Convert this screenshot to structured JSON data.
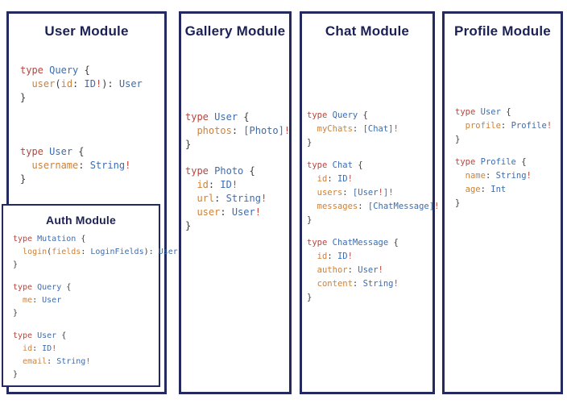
{
  "colors": {
    "border": "#242a60",
    "title": "#1c2155",
    "keyword": "#b5453e",
    "type_name": "#3e6cae",
    "field_name": "#cf8136",
    "punctuation": "#3c3c3c",
    "bang": "#bf4336",
    "background": "#ffffff"
  },
  "panels": [
    {
      "title": "User Module",
      "code_blocks": [
        [
          [
            [
              "k",
              "type"
            ],
            [
              "p",
              " "
            ],
            [
              "t",
              "Query"
            ],
            [
              "p",
              " {"
            ]
          ],
          [
            [
              "p",
              "  "
            ],
            [
              "f",
              "user"
            ],
            [
              "p",
              "("
            ],
            [
              "f",
              "id"
            ],
            [
              "p",
              ": "
            ],
            [
              "t",
              "ID"
            ],
            [
              "b",
              "!"
            ],
            [
              "p",
              "): "
            ],
            [
              "t",
              "User"
            ]
          ],
          [
            [
              "p",
              "}"
            ]
          ]
        ],
        [
          [
            [
              "k",
              "type"
            ],
            [
              "p",
              " "
            ],
            [
              "t",
              "User"
            ],
            [
              "p",
              " {"
            ]
          ],
          [
            [
              "p",
              "  "
            ],
            [
              "f",
              "username"
            ],
            [
              "p",
              ": "
            ],
            [
              "t",
              "String"
            ],
            [
              "b",
              "!"
            ]
          ],
          [
            [
              "p",
              "}"
            ]
          ]
        ]
      ]
    },
    {
      "title": "Auth Module",
      "code_blocks": [
        [
          [
            [
              "k",
              "type"
            ],
            [
              "p",
              " "
            ],
            [
              "t",
              "Mutation"
            ],
            [
              "p",
              " {"
            ]
          ],
          [
            [
              "p",
              "  "
            ],
            [
              "f",
              "login"
            ],
            [
              "p",
              "("
            ],
            [
              "f",
              "fields"
            ],
            [
              "p",
              ": "
            ],
            [
              "t",
              "LoginFields"
            ],
            [
              "p",
              "): "
            ],
            [
              "t",
              "User"
            ]
          ],
          [
            [
              "p",
              "}"
            ]
          ]
        ],
        [
          [
            [
              "k",
              "type"
            ],
            [
              "p",
              " "
            ],
            [
              "t",
              "Query"
            ],
            [
              "p",
              " {"
            ]
          ],
          [
            [
              "p",
              "  "
            ],
            [
              "f",
              "me"
            ],
            [
              "p",
              ": "
            ],
            [
              "t",
              "User"
            ]
          ],
          [
            [
              "p",
              "}"
            ]
          ]
        ],
        [
          [
            [
              "k",
              "type"
            ],
            [
              "p",
              " "
            ],
            [
              "t",
              "User"
            ],
            [
              "p",
              " {"
            ]
          ],
          [
            [
              "p",
              "  "
            ],
            [
              "f",
              "id"
            ],
            [
              "p",
              ": "
            ],
            [
              "t",
              "ID"
            ],
            [
              "b",
              "!"
            ]
          ],
          [
            [
              "p",
              "  "
            ],
            [
              "f",
              "email"
            ],
            [
              "p",
              ": "
            ],
            [
              "t",
              "String"
            ],
            [
              "b",
              "!"
            ]
          ],
          [
            [
              "p",
              "}"
            ]
          ]
        ]
      ]
    },
    {
      "title": "Gallery Module",
      "code_blocks": [
        [
          [
            [
              "k",
              "type"
            ],
            [
              "p",
              " "
            ],
            [
              "t",
              "User"
            ],
            [
              "p",
              " {"
            ]
          ],
          [
            [
              "p",
              "  "
            ],
            [
              "f",
              "photos"
            ],
            [
              "p",
              ": "
            ],
            [
              "t",
              "[Photo]"
            ],
            [
              "b",
              "!"
            ]
          ],
          [
            [
              "p",
              "}"
            ]
          ]
        ],
        [
          [
            [
              "k",
              "type"
            ],
            [
              "p",
              " "
            ],
            [
              "t",
              "Photo"
            ],
            [
              "p",
              " {"
            ]
          ],
          [
            [
              "p",
              "  "
            ],
            [
              "f",
              "id"
            ],
            [
              "p",
              ": "
            ],
            [
              "t",
              "ID"
            ],
            [
              "b",
              "!"
            ]
          ],
          [
            [
              "p",
              "  "
            ],
            [
              "f",
              "url"
            ],
            [
              "p",
              ": "
            ],
            [
              "t",
              "String"
            ],
            [
              "b",
              "!"
            ]
          ],
          [
            [
              "p",
              "  "
            ],
            [
              "f",
              "user"
            ],
            [
              "p",
              ": "
            ],
            [
              "t",
              "User"
            ],
            [
              "b",
              "!"
            ]
          ],
          [
            [
              "p",
              "}"
            ]
          ]
        ]
      ]
    },
    {
      "title": "Chat Module",
      "code_blocks": [
        [
          [
            [
              "k",
              "type"
            ],
            [
              "p",
              " "
            ],
            [
              "t",
              "Query"
            ],
            [
              "p",
              " {"
            ]
          ],
          [
            [
              "p",
              "  "
            ],
            [
              "f",
              "myChats"
            ],
            [
              "p",
              ": "
            ],
            [
              "t",
              "[Chat]"
            ],
            [
              "b",
              "!"
            ]
          ],
          [
            [
              "p",
              "}"
            ]
          ]
        ],
        [
          [
            [
              "k",
              "type"
            ],
            [
              "p",
              " "
            ],
            [
              "t",
              "Chat"
            ],
            [
              "p",
              " {"
            ]
          ],
          [
            [
              "p",
              "  "
            ],
            [
              "f",
              "id"
            ],
            [
              "p",
              ": "
            ],
            [
              "t",
              "ID"
            ],
            [
              "b",
              "!"
            ]
          ],
          [
            [
              "p",
              "  "
            ],
            [
              "f",
              "users"
            ],
            [
              "p",
              ": "
            ],
            [
              "t",
              "[User"
            ],
            [
              "b",
              "!"
            ],
            [
              "t",
              "]"
            ],
            [
              "b",
              "!"
            ]
          ],
          [
            [
              "p",
              "  "
            ],
            [
              "f",
              "messages"
            ],
            [
              "p",
              ": "
            ],
            [
              "t",
              "[ChatMessage]"
            ],
            [
              "b",
              "!"
            ]
          ],
          [
            [
              "p",
              "}"
            ]
          ]
        ],
        [
          [
            [
              "k",
              "type"
            ],
            [
              "p",
              " "
            ],
            [
              "t",
              "ChatMessage"
            ],
            [
              "p",
              " {"
            ]
          ],
          [
            [
              "p",
              "  "
            ],
            [
              "f",
              "id"
            ],
            [
              "p",
              ": "
            ],
            [
              "t",
              "ID"
            ],
            [
              "b",
              "!"
            ]
          ],
          [
            [
              "p",
              "  "
            ],
            [
              "f",
              "author"
            ],
            [
              "p",
              ": "
            ],
            [
              "t",
              "User"
            ],
            [
              "b",
              "!"
            ]
          ],
          [
            [
              "p",
              "  "
            ],
            [
              "f",
              "content"
            ],
            [
              "p",
              ": "
            ],
            [
              "t",
              "String"
            ],
            [
              "b",
              "!"
            ]
          ],
          [
            [
              "p",
              "}"
            ]
          ]
        ]
      ]
    },
    {
      "title": "Profile Module",
      "code_blocks": [
        [
          [
            [
              "k",
              "type"
            ],
            [
              "p",
              " "
            ],
            [
              "t",
              "User"
            ],
            [
              "p",
              " {"
            ]
          ],
          [
            [
              "p",
              "  "
            ],
            [
              "f",
              "profile"
            ],
            [
              "p",
              ": "
            ],
            [
              "t",
              "Profile"
            ],
            [
              "b",
              "!"
            ]
          ],
          [
            [
              "p",
              "}"
            ]
          ]
        ],
        [
          [
            [
              "k",
              "type"
            ],
            [
              "p",
              " "
            ],
            [
              "t",
              "Profile"
            ],
            [
              "p",
              " {"
            ]
          ],
          [
            [
              "p",
              "  "
            ],
            [
              "f",
              "name"
            ],
            [
              "p",
              ": "
            ],
            [
              "t",
              "String"
            ],
            [
              "b",
              "!"
            ]
          ],
          [
            [
              "p",
              "  "
            ],
            [
              "f",
              "age"
            ],
            [
              "p",
              ": "
            ],
            [
              "t",
              "Int"
            ]
          ],
          [
            [
              "p",
              "}"
            ]
          ]
        ]
      ]
    }
  ]
}
